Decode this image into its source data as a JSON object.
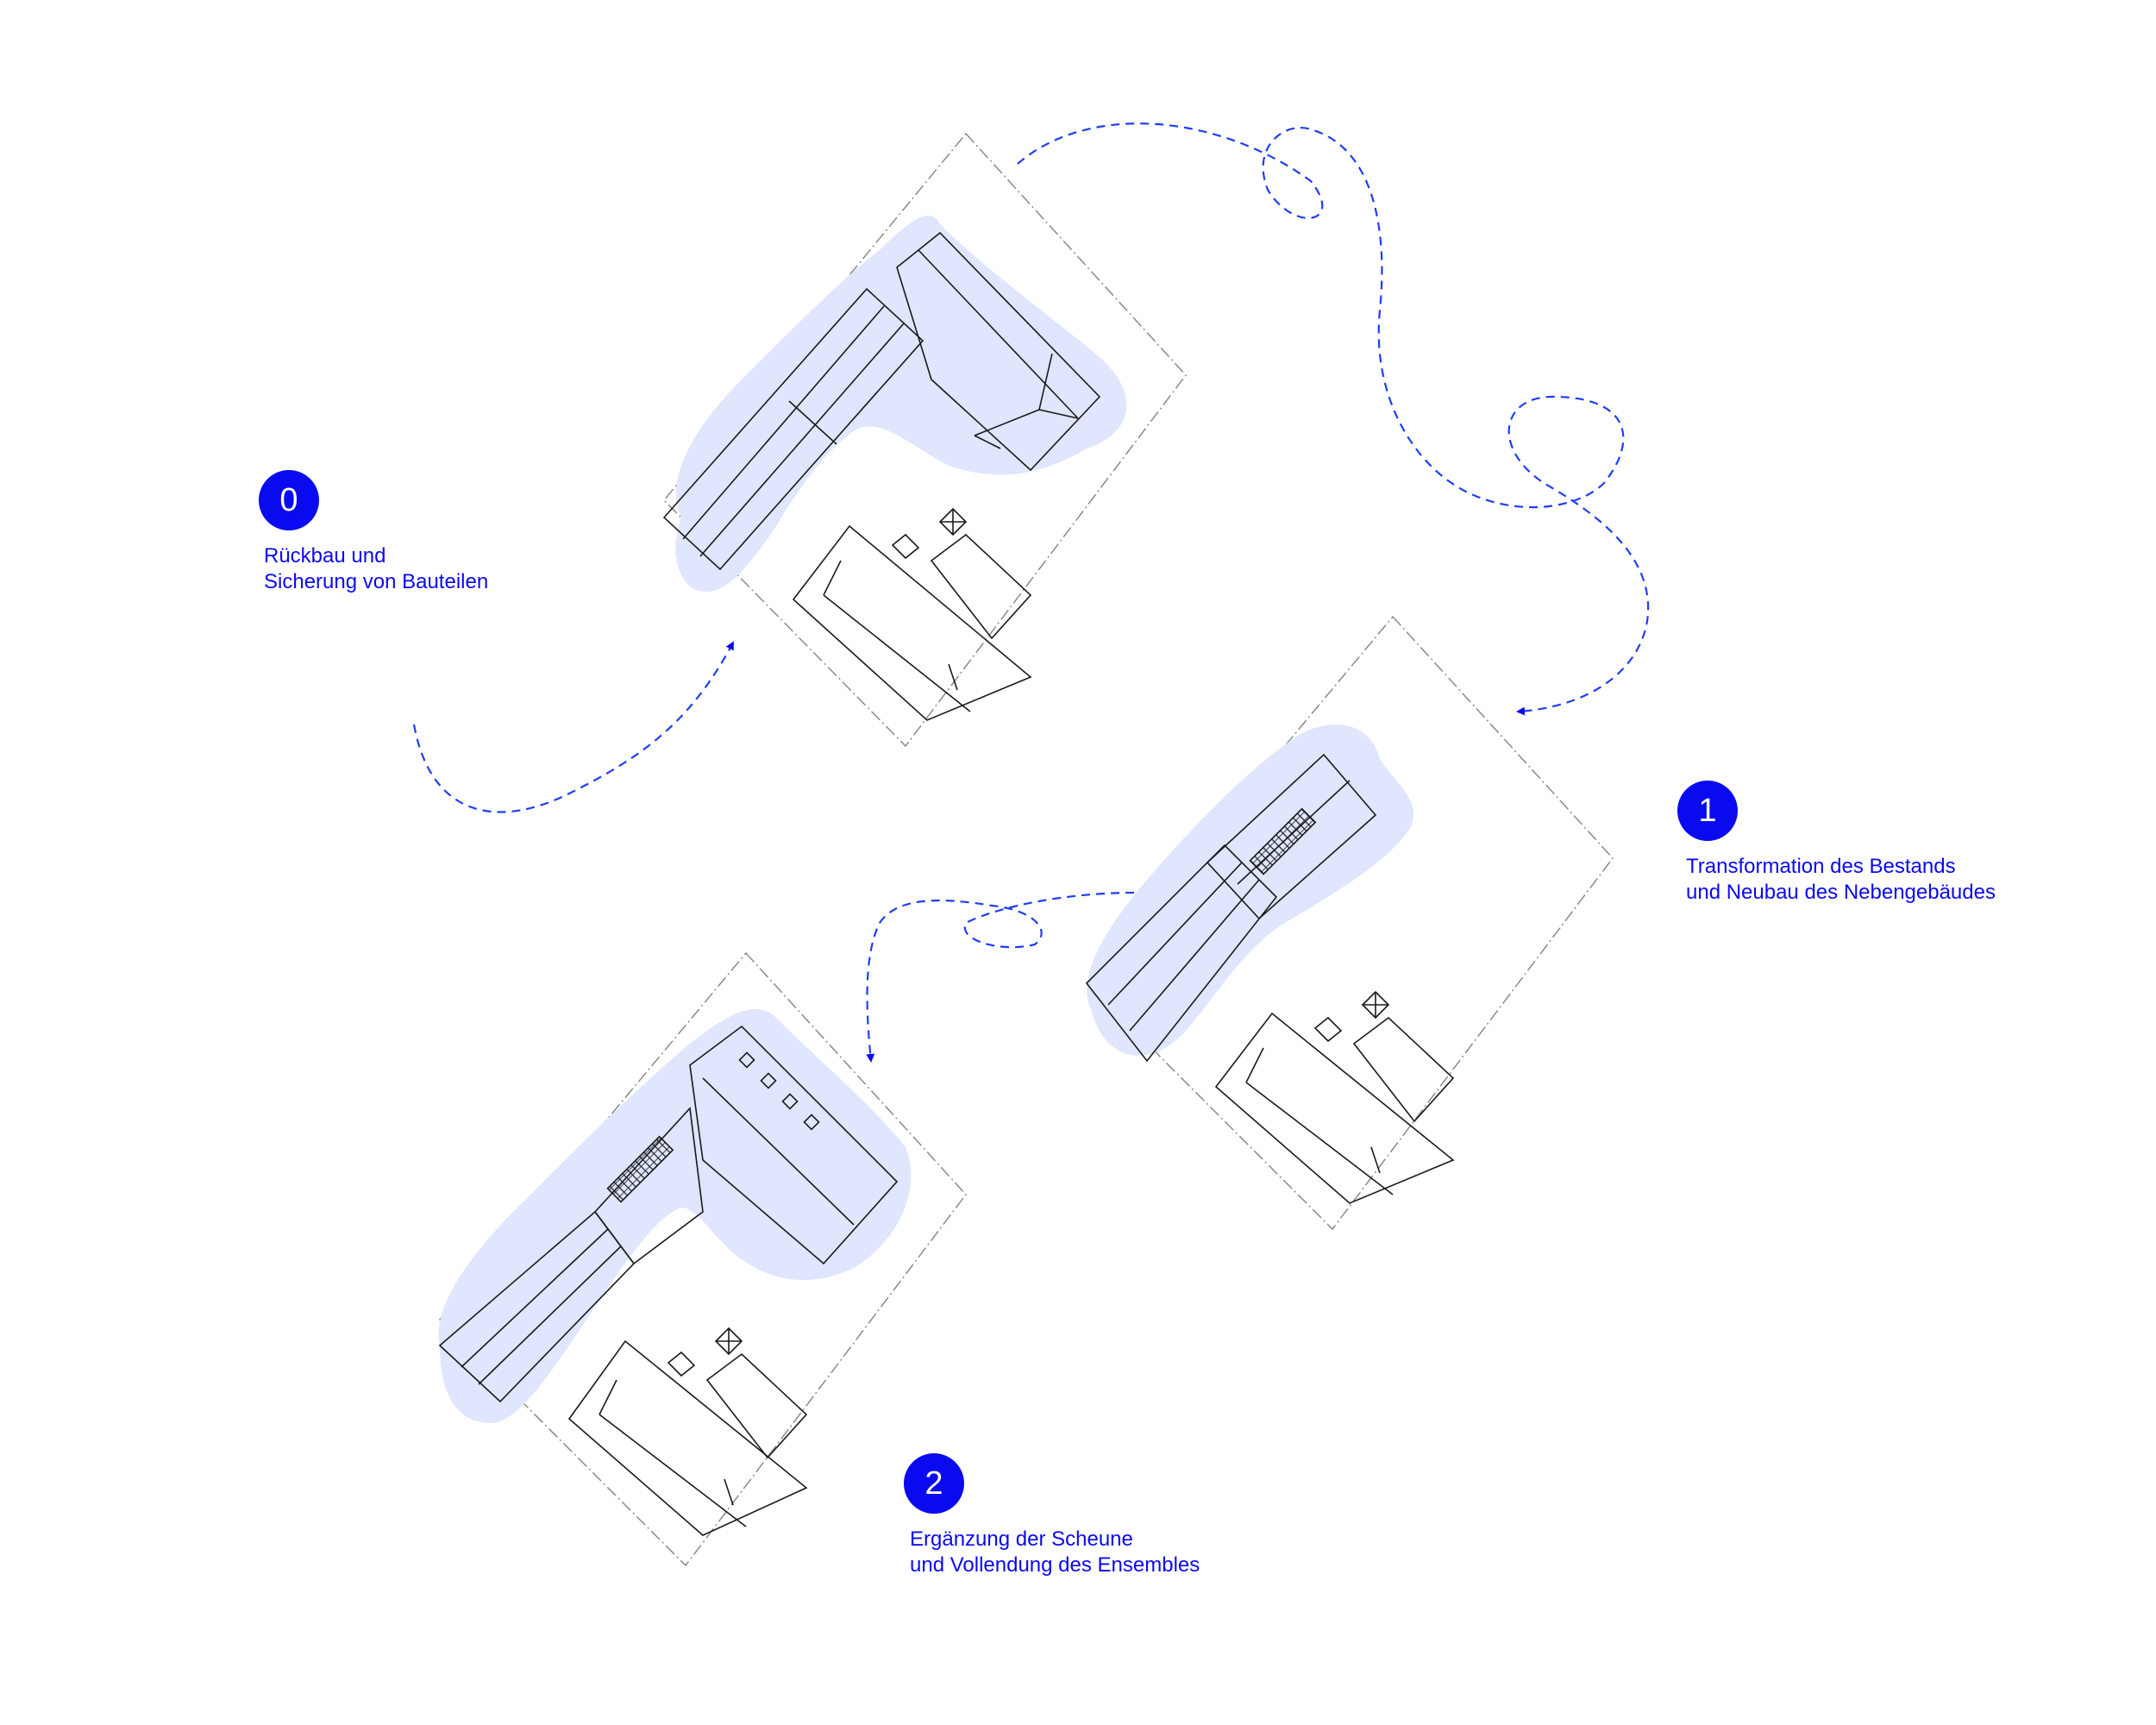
{
  "colors": {
    "accent": "#0a0af0",
    "highlight": "#dfe6fd",
    "line": "#1a1a1a",
    "boundary": "#8a8a8a"
  },
  "stages": [
    {
      "number": "0",
      "title_line1": "Rückbau und",
      "title_line2": "Sicherung von Bauteilen"
    },
    {
      "number": "1",
      "title_line1": "Transformation des Bestands",
      "title_line2": "und Neubau des Nebengebäudes"
    },
    {
      "number": "2",
      "title_line1": "Ergänzung der Scheune",
      "title_line2": "und Vollendung des Ensembles"
    }
  ]
}
